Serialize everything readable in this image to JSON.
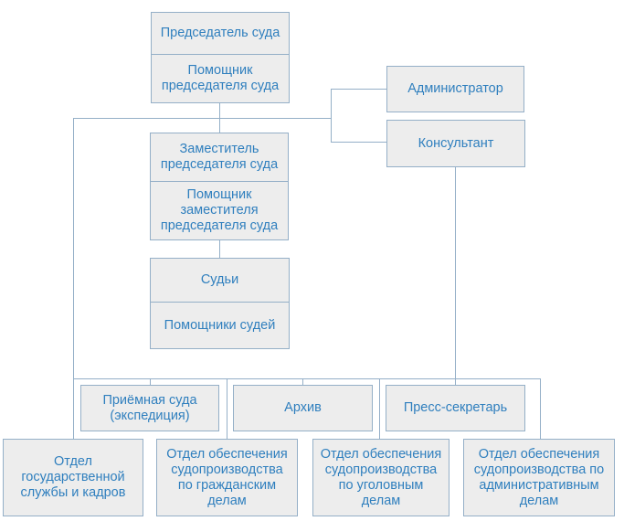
{
  "palette": {
    "background": "#ffffff",
    "box_fill": "#ededed",
    "box_border": "#94afc7",
    "connector_line": "#94afc7",
    "text_blue": "#2f7fbe"
  },
  "org": {
    "chairman": "Председатель суда",
    "chairman_assistant": "Помощник\nпредседателя суда",
    "administrator": "Администратор",
    "consultant": "Консультант",
    "deputy_chairman": "Заместитель\nпредседателя суда",
    "deputy_assistant": "Помощник\nзаместителя\nпредседателя суда",
    "judges": "Судьи",
    "judges_assistants": "Помощники судей",
    "reception": "Приёмная суда\n(экспедиция)",
    "archive": "Архив",
    "press_secretary": "Пресс-секретарь",
    "dept_personnel": "Отдел\nгосударственной\nслужбы и кадров",
    "dept_civil": "Отдел обеспечения\nсудопроизводства\nпо гражданским\nделам",
    "dept_criminal": "Отдел обеспечения\nсудопроизводства\nпо уголовным\nделам",
    "dept_admin": "Отдел обеспечения\nсудопроизводства по\nадминистративным\nделам"
  },
  "edges": [
    {
      "from": "chairman-block",
      "to": "administrator"
    },
    {
      "from": "chairman-block",
      "to": "consultant"
    },
    {
      "from": "chairman-block",
      "to": "deputy-block"
    },
    {
      "from": "deputy-block",
      "to": "judges-block"
    },
    {
      "from": "chairman-block",
      "to": "lower-bus"
    },
    {
      "from": "consultant",
      "to": "lower-bus"
    },
    {
      "from": "lower-bus",
      "to": "reception"
    },
    {
      "from": "lower-bus",
      "to": "archive"
    },
    {
      "from": "lower-bus",
      "to": "press-secretary"
    },
    {
      "from": "lower-bus",
      "to": "dept-personnel"
    },
    {
      "from": "lower-bus",
      "to": "dept-civil"
    },
    {
      "from": "lower-bus",
      "to": "dept-criminal"
    },
    {
      "from": "lower-bus",
      "to": "dept-admin"
    }
  ]
}
